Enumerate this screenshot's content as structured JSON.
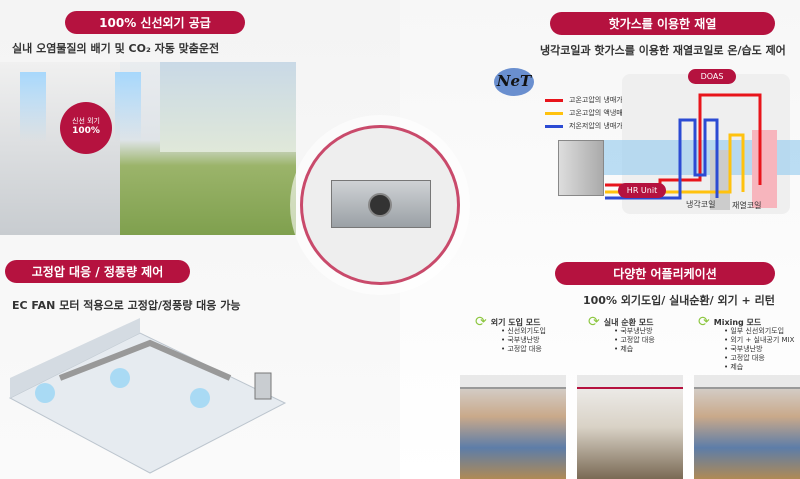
{
  "top_left": {
    "title": "100% 신선외기 공급",
    "subtitle": "실내 오염물질의 배기 및 CO₂ 자동 맞춤운전",
    "badge_line1": "신선 외기",
    "badge_line2": "100%"
  },
  "top_right": {
    "title": "핫가스를 이용한 재열",
    "subtitle": "냉각코일과 핫가스를 이용한 재열코일로 온/습도 제어",
    "logo": "NeT",
    "legend": [
      {
        "label": "고온고압의 냉매가스",
        "color": "#e8141b"
      },
      {
        "label": "고온고압의 액냉매",
        "color": "#ffc20e"
      },
      {
        "label": "저온저압의 냉매가스",
        "color": "#2c4bd3"
      }
    ],
    "doas": "DOAS",
    "hr_unit": "HR Unit",
    "cooling_coil": "냉각코일",
    "reheat_coil": "재열코일"
  },
  "bottom_left": {
    "title": "고정압 대응 / 정풍량 제어",
    "subtitle": "EC FAN 모터 적용으로 고정압/정풍량 대응 가능"
  },
  "bottom_right": {
    "title": "다양한 어플리케이션",
    "subtitle": "100% 외기도입/ 실내순환/ 외기 + 리턴",
    "modes": [
      {
        "name": "외기 도입 모드",
        "items": [
          "신선외기도입",
          "국부냉난방",
          "고정압 대응"
        ]
      },
      {
        "name": "실내 순환 모드",
        "items": [
          "국부냉난방",
          "고정압 대응",
          "제습"
        ]
      },
      {
        "name": "Mixing 모드",
        "items": [
          "일부 신선외기도입",
          "외기 + 실내공기 MIX",
          "국부냉난방",
          "고정압 대응",
          "제습"
        ]
      }
    ]
  },
  "colors": {
    "accent": "#b5123f"
  }
}
